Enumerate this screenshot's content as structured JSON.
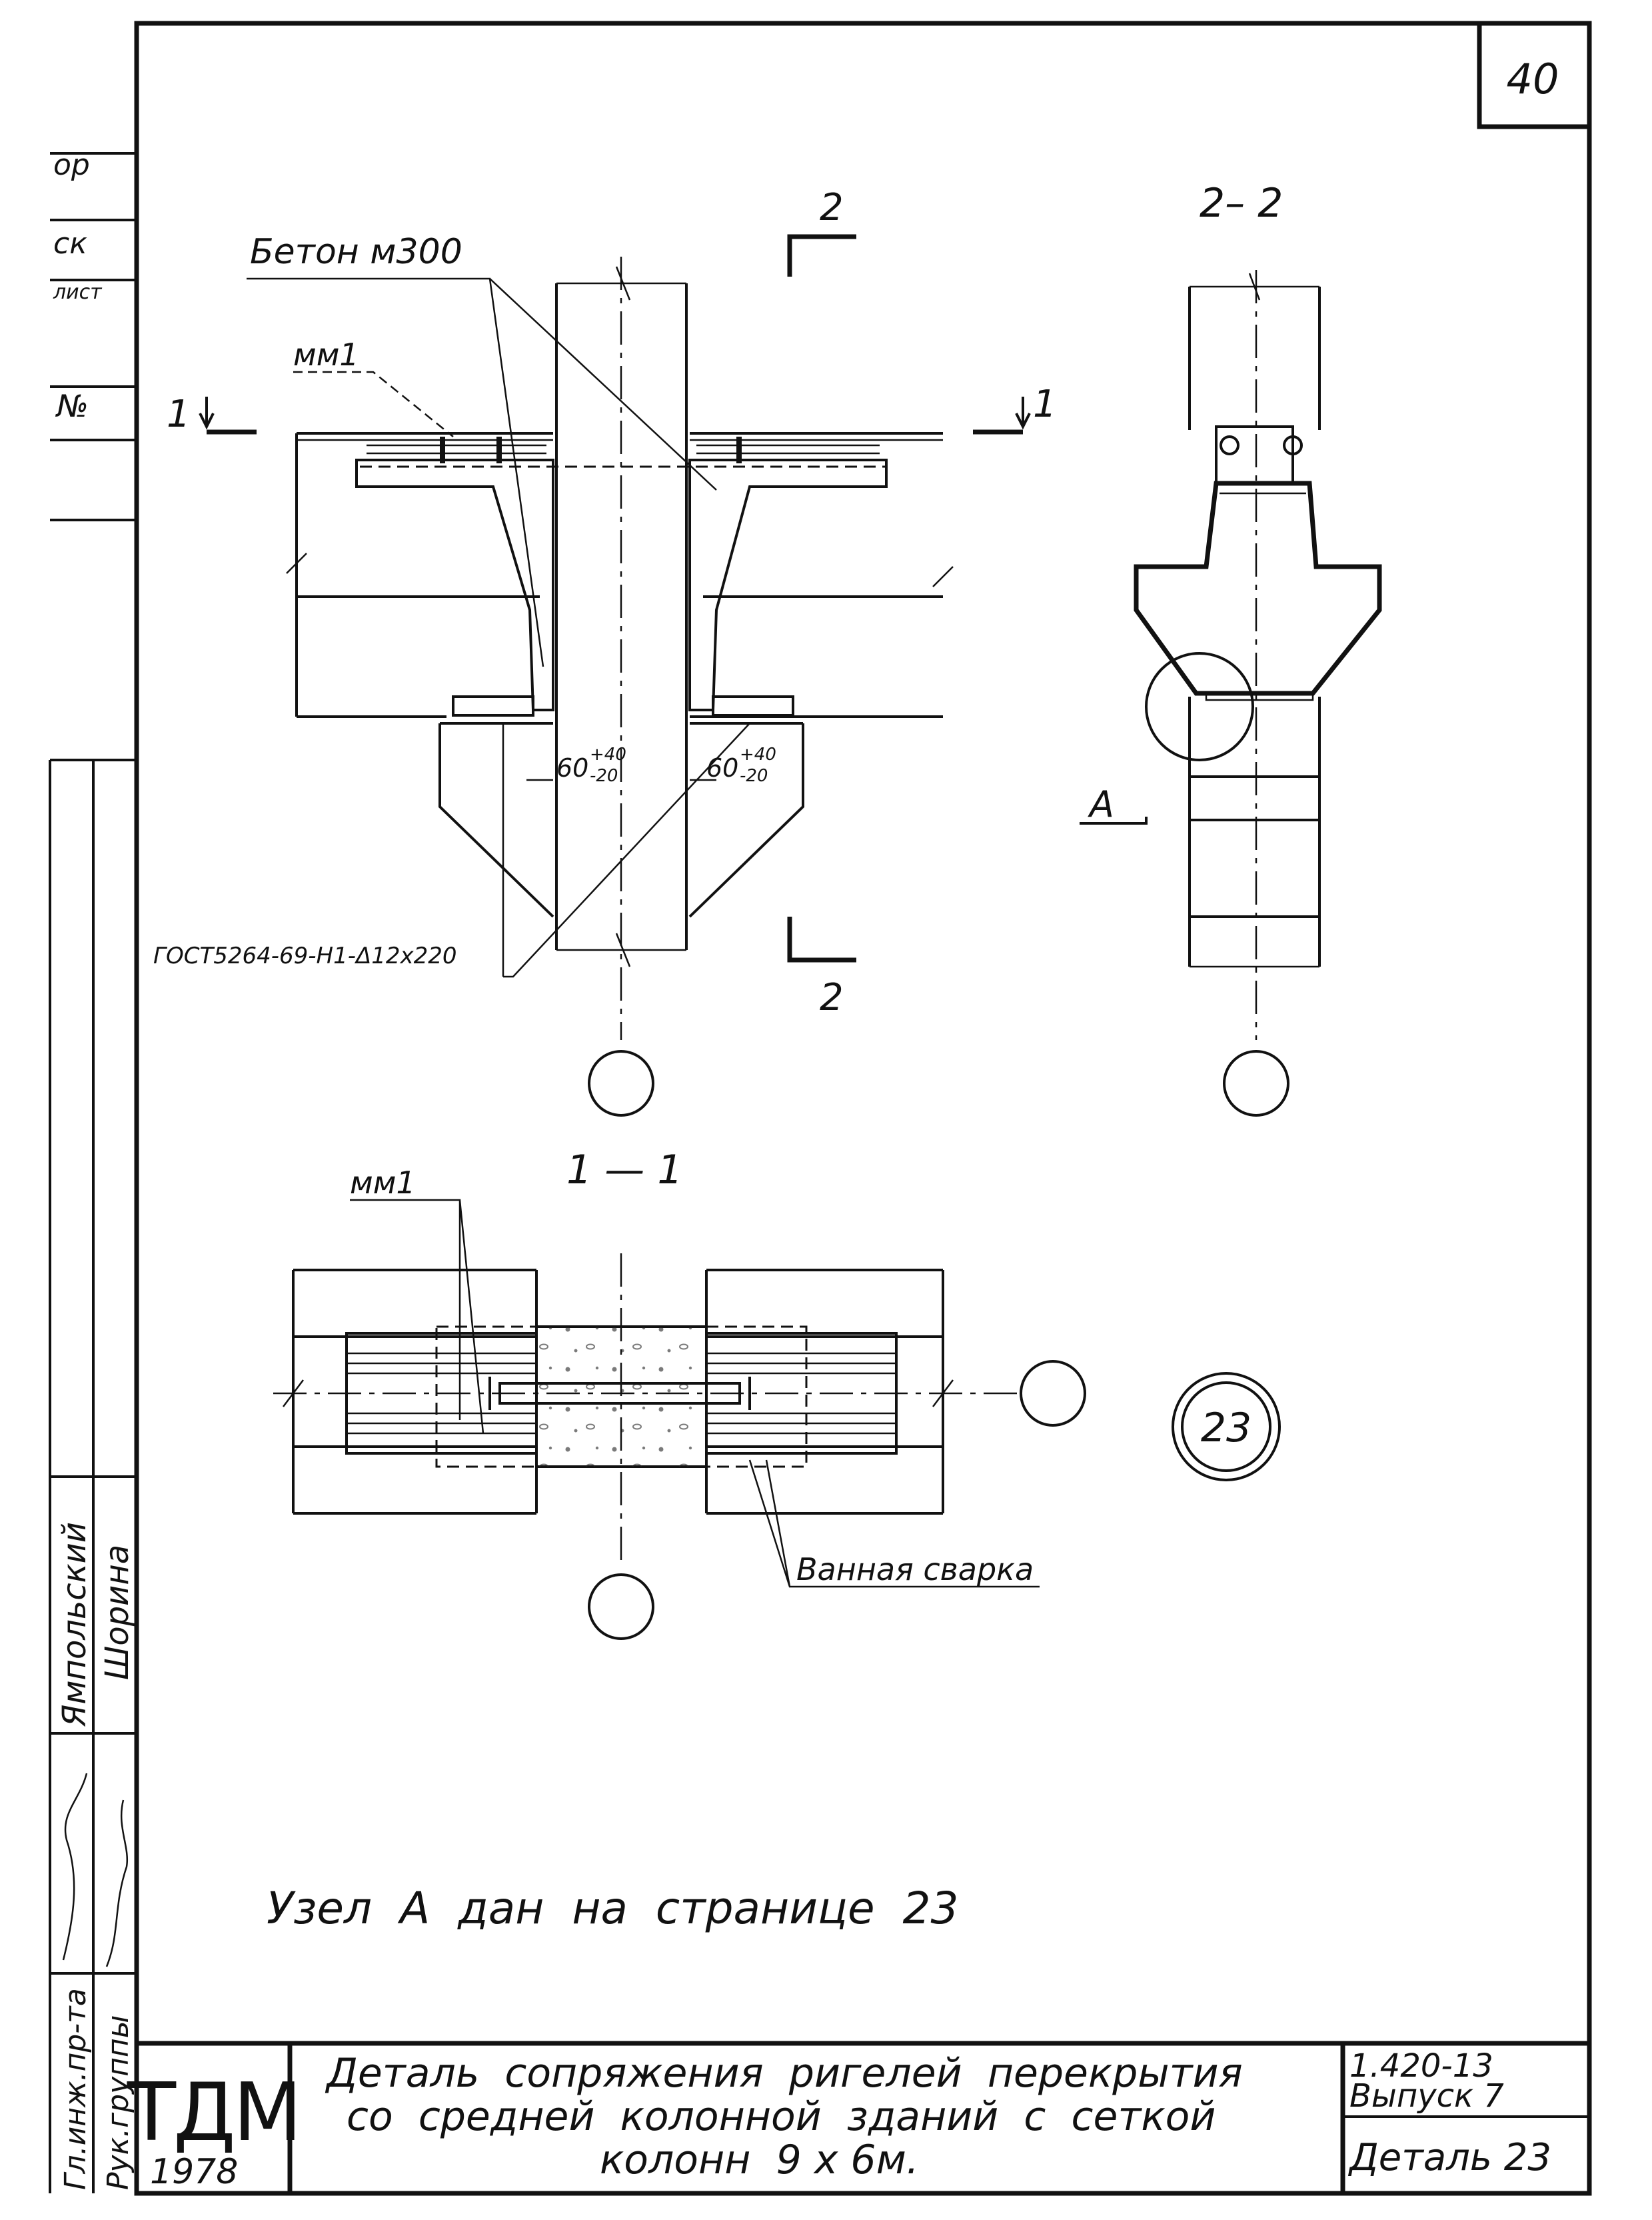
{
  "sheet_number": "40",
  "notes": {
    "concrete": "Бетон м300",
    "embedded_part_top": "мм1",
    "embedded_part_plan": "мм1",
    "gost": "ГОСТ5264-69-Н1-Δ12х220",
    "welding": "Ванная сварка",
    "node_reference": "Узел  А  дан  на  странице  23"
  },
  "section_marks": {
    "mark_1_left": "1",
    "mark_1_right": "1",
    "mark_2_top": "2",
    "mark_2_bottom": "2",
    "section_2_title": "2– 2",
    "section_1_title": "1 — 1",
    "node_a": "А"
  },
  "dimensions": {
    "gap_left_main": "60",
    "gap_left_tol_up": "+40",
    "gap_left_tol_down": "-20",
    "gap_right_main": "60",
    "gap_right_tol_up": "+40",
    "gap_right_tol_down": "-20"
  },
  "detail_badge": "23",
  "left_margin_stamp": {
    "fragments": [
      "ор",
      "ск",
      "лист",
      "№"
    ],
    "surname_1": "Ямпольский",
    "surname_2": "Шорина",
    "role_1": "Гл.инж.пр-та",
    "role_2": "Рук.группы"
  },
  "title_block": {
    "org": "ТДМ",
    "year": "1978",
    "title_line1": "Деталь  сопряжения  ригелей  перекрытия",
    "title_line2": "со  средней  колонной  зданий  с  сеткой",
    "title_line3": "колонн  9 х 6м.",
    "series": "1.420-13",
    "issue": "Выпуск 7",
    "detail": "Деталь 23"
  }
}
